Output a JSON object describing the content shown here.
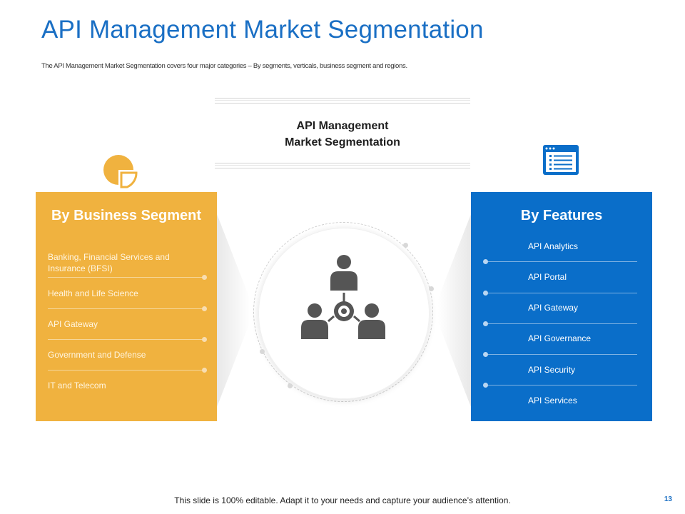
{
  "slide": {
    "title": "API Management Market Segmentation",
    "subtitle": "The API Management Market Segmentation covers four major categories – By segments, verticals, business segment and regions.",
    "footer": "This slide is 100% editable. Adapt it to your needs and capture your audience’s attention.",
    "page_number": "13"
  },
  "center": {
    "title_line1": "API Management",
    "title_line2": "Market Segmentation",
    "icon": "people-network-icon"
  },
  "left_panel": {
    "heading": "By Business Segment",
    "icon": "pie-chart-icon",
    "color": "#f0b23f",
    "items": [
      "Banking, Financial Services and Insurance (BFSI)",
      "Health and Life Science",
      "API Gateway",
      "Government and Defense",
      "IT and Telecom"
    ]
  },
  "right_panel": {
    "heading": "By Features",
    "icon": "browser-list-icon",
    "color": "#0a6ec9",
    "items": [
      "API Analytics",
      "API Portal",
      "API Gateway",
      "API Governance",
      "API Security",
      "API Services"
    ]
  },
  "colors": {
    "title_blue": "#1a6fc4",
    "person_gray": "#555555"
  }
}
